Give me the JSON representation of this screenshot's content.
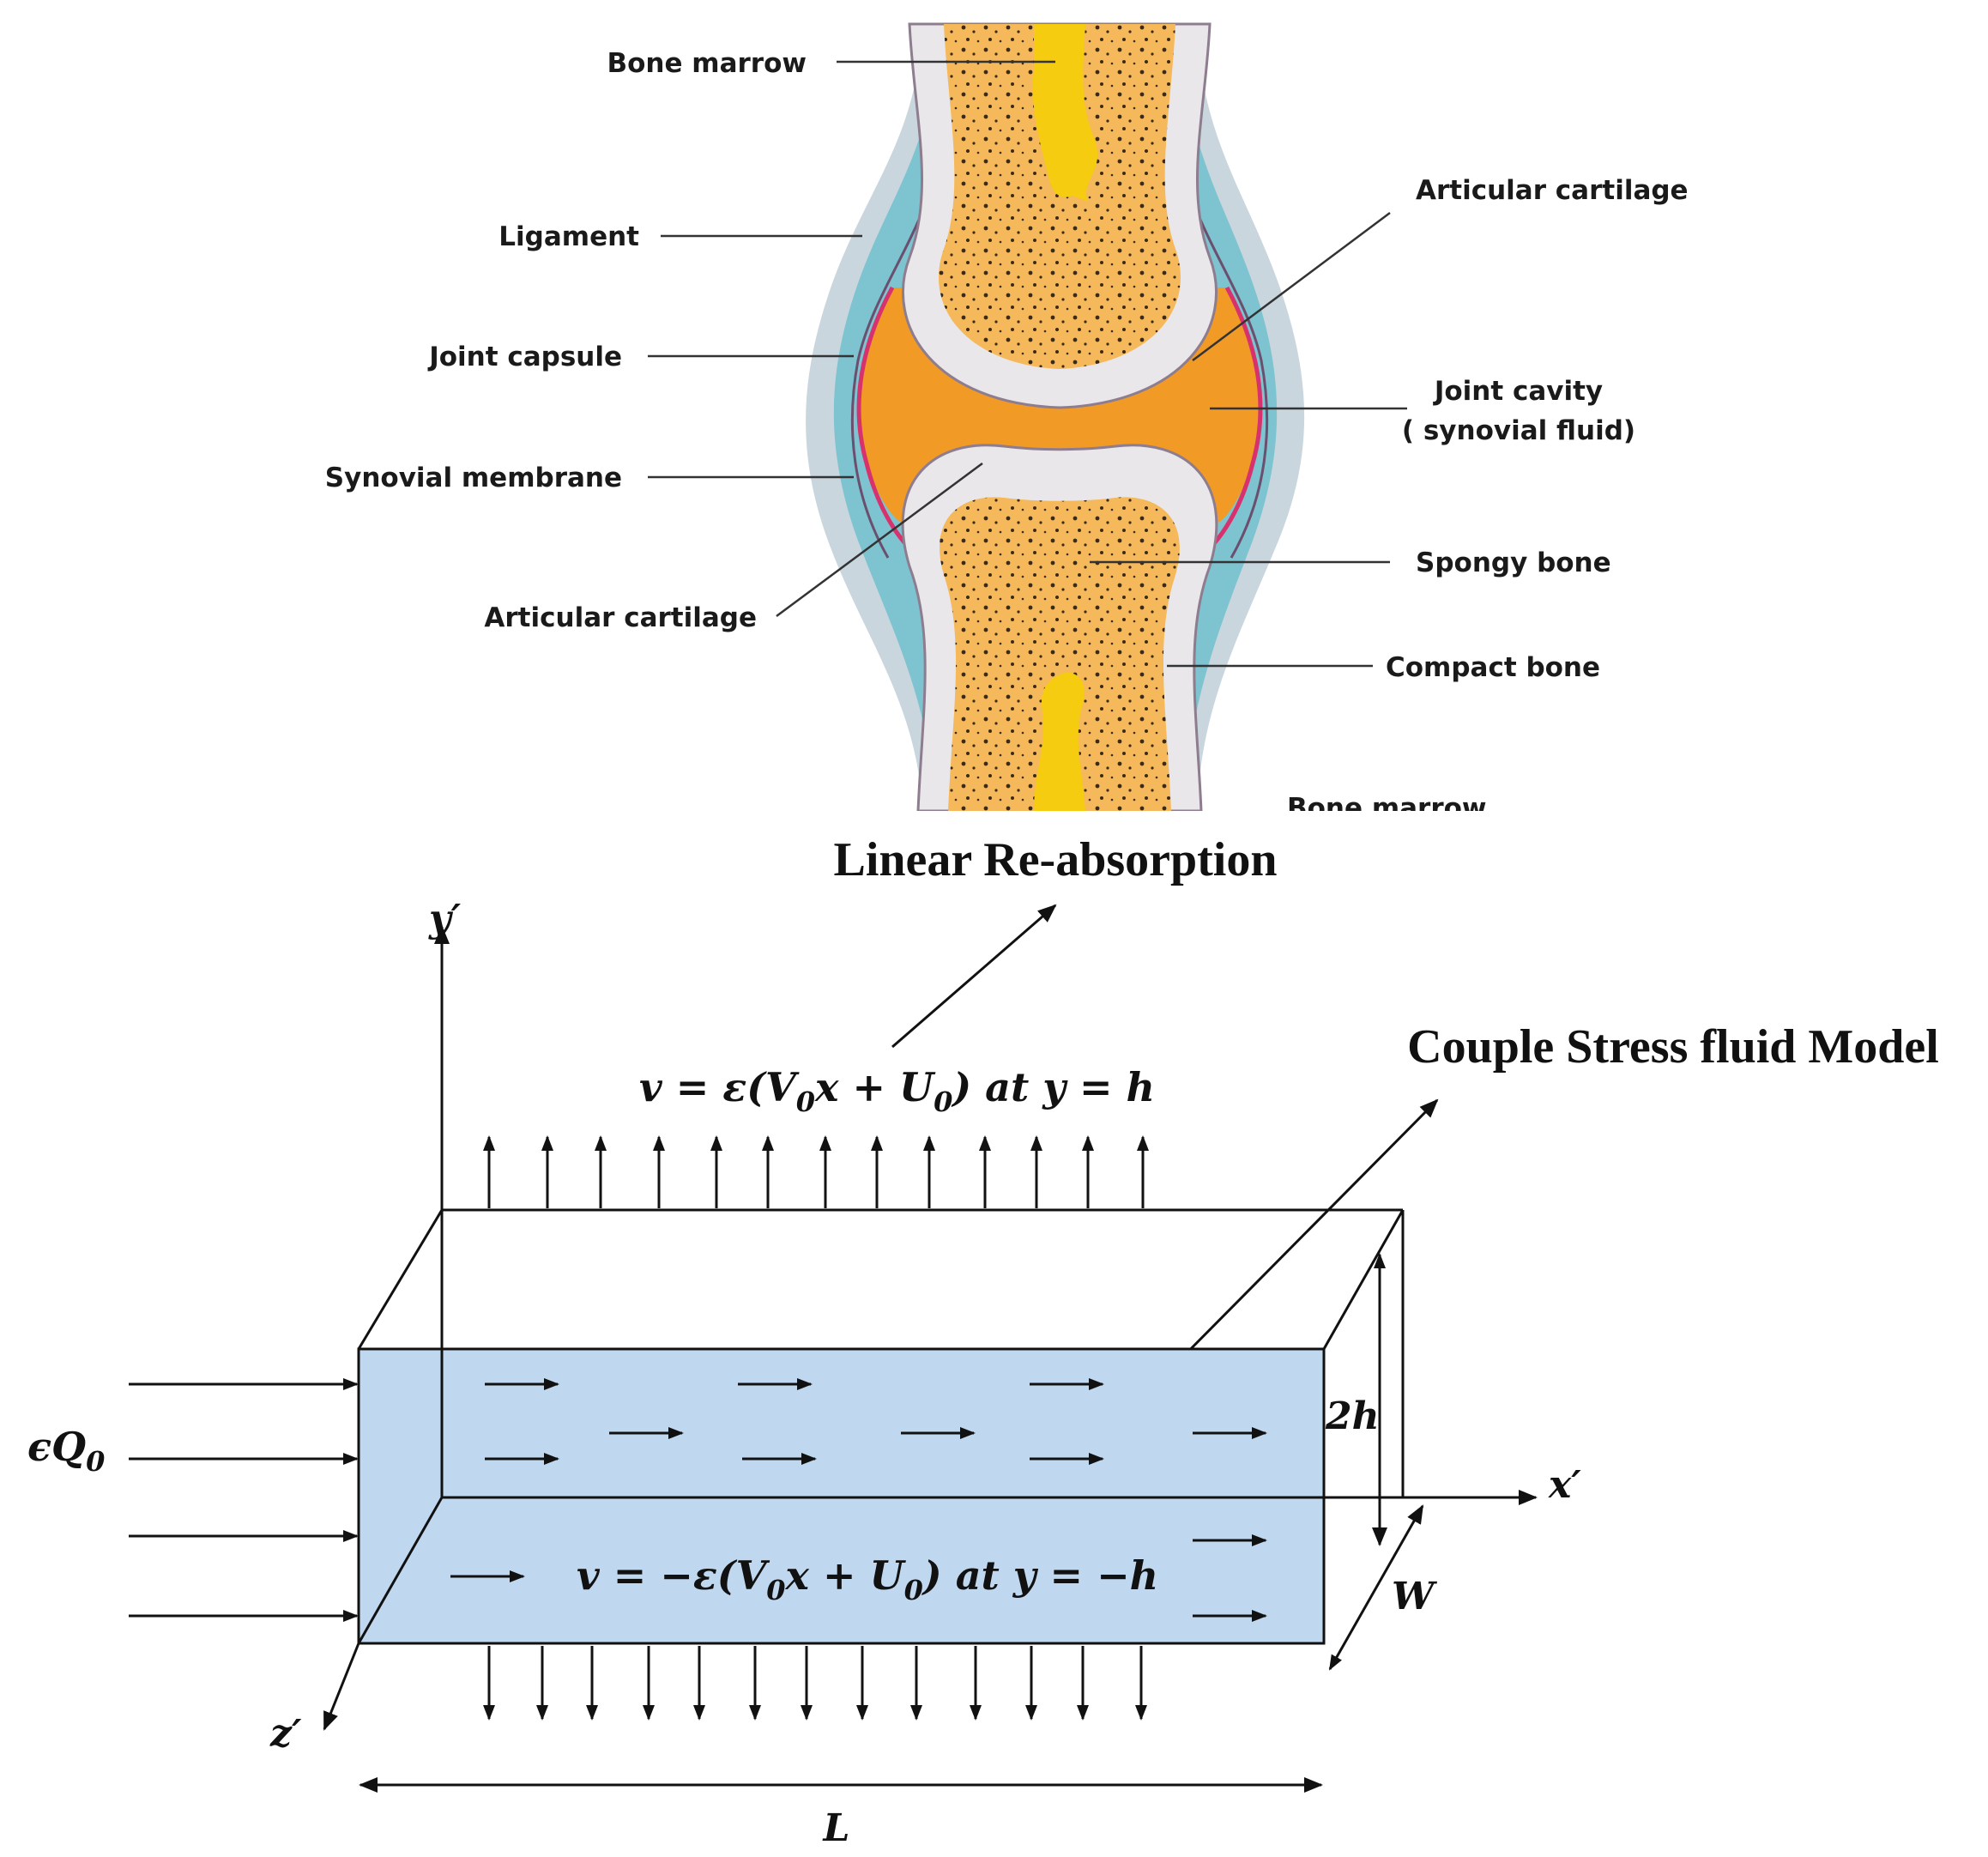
{
  "anatomy": {
    "labels": {
      "bone_marrow_top": "Bone marrow",
      "ligament": "Ligament",
      "joint_capsule": "Joint capsule",
      "synovial_membrane": "Synovial membrane",
      "articular_cartilage_left": "Articular cartilage",
      "articular_cartilage_right": "Articular cartilage",
      "joint_cavity_line1": "Joint cavity",
      "joint_cavity_line2": "( synovial fluid)",
      "spongy_bone": "Spongy bone",
      "compact_bone": "Compact bone",
      "bone_marrow_bottom": "Bone marrow"
    },
    "colors": {
      "outer_tissue": "#c9d6de",
      "ligament": "#7ec3d0",
      "capsule_line": "#6b4f6e",
      "synovial_fluid": "#f29a26",
      "synovial_membrane": "#d8326e",
      "cartilage": "#e9e7ea",
      "spongy_bone": "#f5b85a",
      "marrow": "#f5cc10"
    }
  },
  "model": {
    "title_reabsorption": "Linear Re-absorption",
    "title_model": "Couple Stress fluid Model",
    "eq_top": {
      "lhs": "v = ε(V",
      "sub1": "0",
      "mid": "x + U",
      "sub2": "0",
      "rhs": ")  at y = h"
    },
    "eq_bottom": {
      "lhs": "v = −ε(V",
      "sub1": "0",
      "mid": "x + U",
      "sub2": "0",
      "rhs": ") at y = −h"
    },
    "inflow": {
      "main": "ϵQ",
      "sub": "0"
    },
    "height_label": "2h",
    "width_label": "W",
    "length_label": "L",
    "axes": {
      "x": "x′",
      "y": "y′",
      "z": "z′"
    },
    "colors": {
      "channel_fill": "#c0d8ef",
      "lines": "#111111"
    }
  }
}
